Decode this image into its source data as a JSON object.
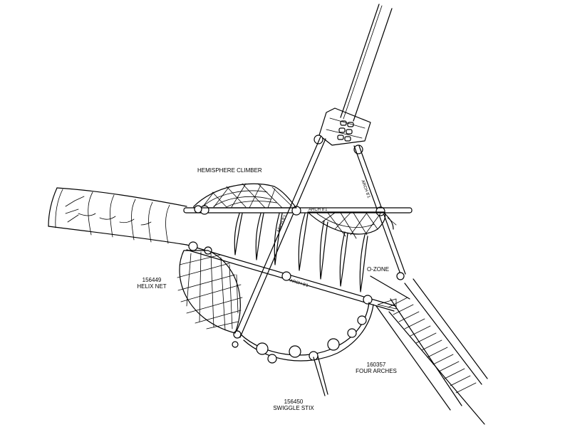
{
  "labels": {
    "hemisphere": "HEMISPHERE CLIMBER",
    "helix_code": "156449",
    "helix_name": "HELIX NET",
    "arch_top": "ARCH 8'1",
    "arch_mid": "ARCH 8'1",
    "arch_left": "ARCH 8'1",
    "arch_right": "ARCH 8'1",
    "ozone": "O-ZONE",
    "four_code": "160357",
    "four_name": "FOUR ARCHES",
    "swiggle_code": "156450",
    "swiggle_name": "SWIGGLE STIX"
  }
}
